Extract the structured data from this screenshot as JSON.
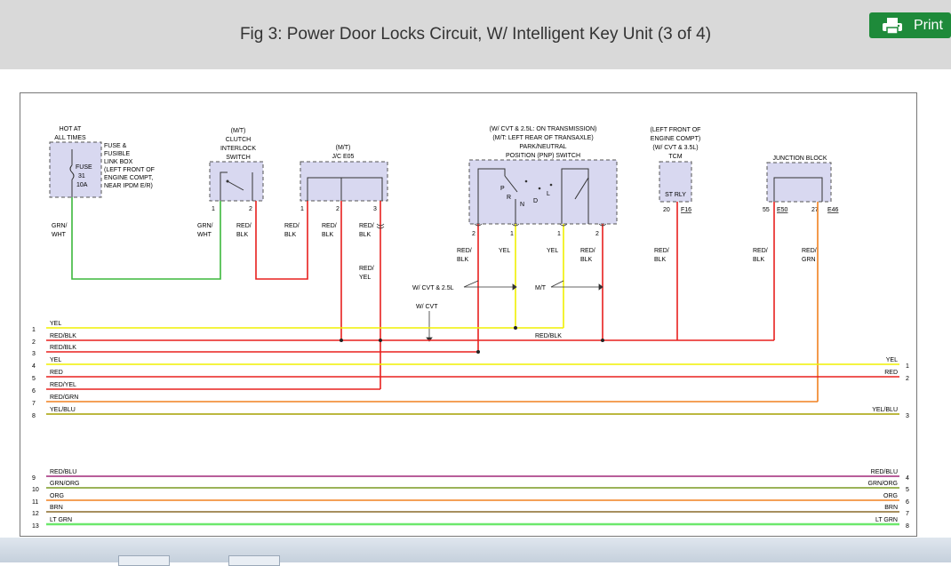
{
  "header": {
    "title": "Fig 3: Power Door Locks Circuit, W/ Intelligent Key Unit (3 of 4)"
  },
  "toolbar": {
    "print_label": "Print",
    "print_icon": "printer-icon"
  },
  "colors": {
    "yel": "#f0f000",
    "red": "#e8201e",
    "grn": "#3cb83c",
    "orn": "#f08020",
    "brn": "#8a6a2a",
    "ylw_blu": "#a6a000",
    "red_blu": "#a02878",
    "grn_org": "#7a9a20",
    "lt_grn": "#6ce86c",
    "comp_fill": "#d8d8f0"
  },
  "components": {
    "hot_at": "HOT AT",
    "all_times": "ALL TIMES",
    "fuse_lines": [
      "FUSE &",
      "FUSIBLE",
      "LINK BOX",
      "(LEFT FRONT OF",
      "ENGINE COMPT,",
      "NEAR IPDM E/R)"
    ],
    "fuse_label": "FUSE",
    "fuse_num": "31",
    "fuse_amp": "10A",
    "clutch_lines": [
      "(M/T)",
      "CLUTCH",
      "INTERLOCK",
      "SWITCH"
    ],
    "jc_lines": [
      "(M/T)",
      "J/C E05"
    ],
    "pnp_lines": [
      "(W/ CVT & 2.5L: ON TRANSMISSION)",
      "(M/T: LEFT REAR OF TRANSAXLE)",
      "PARK/NEUTRAL",
      "POSITION (PNP) SWITCH"
    ],
    "pnp_letters": [
      "P",
      "R",
      "N",
      "D",
      "L"
    ],
    "tcm_lines": [
      "(LEFT FRONT OF",
      "ENGINE COMPT)",
      "(W/ CVT & 3.5L)",
      "TCM"
    ],
    "st_rly": "ST RLY",
    "jb_label": "JUNCTION BLOCK"
  },
  "pins": {
    "clutch": [
      "1",
      "2"
    ],
    "jc": [
      "1",
      "2",
      "3"
    ],
    "pnp": [
      "2",
      "1",
      "1",
      "2"
    ],
    "tcm": "20",
    "tcm_conn": "F16",
    "jb1": "55",
    "jb1_conn": "E50",
    "jb2": "27",
    "jb2_conn": "E46"
  },
  "wire_labels": {
    "fuse": [
      "GRN/",
      "WHT"
    ],
    "clutch1": [
      "GRN/",
      "WHT"
    ],
    "clutch2": [
      "RED/",
      "BLK"
    ],
    "jc1": [
      "RED/",
      "BLK"
    ],
    "jc2": [
      "RED/",
      "BLK"
    ],
    "jc3": [
      "RED/",
      "BLK"
    ],
    "jc3b": [
      "RED/",
      "YEL"
    ],
    "pnp1": [
      "RED/",
      "BLK"
    ],
    "pnp2": [
      "YEL"
    ],
    "pnp3": [
      "YEL"
    ],
    "pnp4": [
      "RED/",
      "BLK"
    ],
    "tcm": [
      "RED/",
      "BLK"
    ],
    "jb1": [
      "RED/",
      "BLK"
    ],
    "jb2": [
      "RED/",
      "GRN"
    ],
    "cvt25": "W/ CVT & 2.5L",
    "mt": "M/T",
    "wcvt": "W/ CVT",
    "mid_redblk": "RED/BLK"
  },
  "buses": {
    "left_nums": [
      "1",
      "2",
      "3",
      "4",
      "5",
      "6",
      "7",
      "8",
      "9",
      "10",
      "11",
      "12",
      "13"
    ],
    "left_labels": [
      "YEL",
      "RED/BLK",
      "RED/BLK",
      "YEL",
      "RED",
      "RED/YEL",
      "RED/GRN",
      "YEL/BLU",
      "RED/BLU",
      "GRN/ORG",
      "ORG",
      "BRN",
      "LT GRN"
    ],
    "right_labels": [
      "YEL",
      "RED",
      "YEL/BLU",
      "RED/BLU",
      "GRN/ORG",
      "ORG",
      "BRN",
      "LT GRN"
    ],
    "right_nums": [
      "1",
      "2",
      "3",
      "4",
      "5",
      "6",
      "7",
      "8"
    ]
  }
}
